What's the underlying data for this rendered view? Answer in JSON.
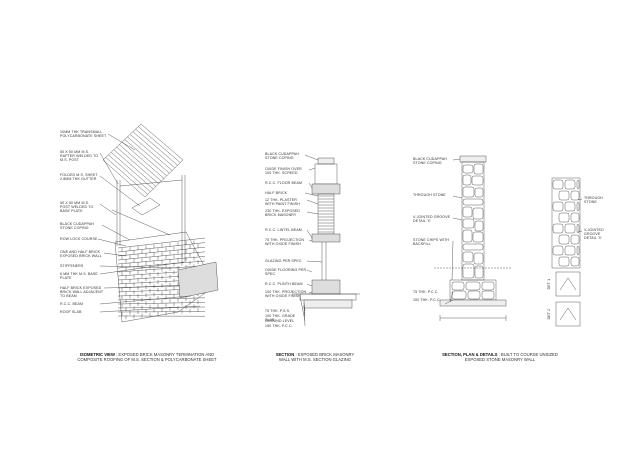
{
  "iso": {
    "labels": [
      "10MM THK TRANSMALL POLYCARBONATE SHEET",
      "50 X 50 MM M.S. RAFTER WELDED TO M.S. POST",
      "FOLDED M.S. SHEET 2.8MM THK GUTTER",
      "50 X 50 MM M.S. POST WELDED TO BASE PLATE",
      "BLACK CUDAPPAH STONE COPING",
      "ROW LOCK COURSE",
      "ONE AND HALF BRICK EXPOSED BRICK WALL",
      "STIFFENERS",
      "6 MM THK M.S. BASE PLATE",
      "HALF BRICK EXPOSED BRICK WALL ADJACENT TO BEAM",
      "R.C.C. BEAM",
      "ROOF SLAB"
    ],
    "caption_title": "ISOMETRIC VIEW",
    "caption_text": " : EXPOSED BRICK MASONRY TERMINATION AND COMPOSITE ROOFING OF M.S. SECTION & POLYCARBONATE SHEET"
  },
  "section": {
    "labels": [
      "BLACK CUDAPPAH STONE COPING",
      "OXIDE FINISH OVER 100 THK. SCREED",
      "R.C.C. FLOOR BEAM",
      "HALF BRICK",
      "12 THK. PLASTER WITH PAINT FINISH",
      "230 THK. EXPOSED BRICK MASONRY",
      "R.C.C. LINTEL BEAM",
      "75 THK. PROJECTION WITH OXIDE FINISH",
      "GLAZING PER SPEC.",
      "OXIDE FLOORING PER SPEC.",
      "R.C.C. PLINTH BEAM",
      "100 THK. PROJECTION WITH OXIDE FINISH",
      "75 THK. P.S.S.",
      "100 THK. GRADE SLAB",
      "GROUND LEVEL",
      "150 THK. P.C.C."
    ],
    "caption_title": "SECTION",
    "caption_text": " : EXPOSED BRICK MASONRY WALL WITH M.S. SECTION GLAZING"
  },
  "plan": {
    "labels": [
      "BLACK CUDAPPAH STONE COPING",
      "THROUGH STONE",
      "V-JOINTED GROOVE DETAIL 'X'",
      "STONE CHIPS WITH BACKFILL",
      "75 THK. P.C.C.",
      "100 THK. P.C.C."
    ],
    "right_labels": [
      "THROUGH STONE",
      "V-JOINTED GROOVE DETAIL 'X'"
    ],
    "detail_labels": [
      "DET 1",
      "DET 2"
    ],
    "caption_title": "SECTION, PLAN & DETAILS",
    "caption_text": " : BUILT TO COURSE UNSIZED EXPOSED STONE MASONRY WALL"
  }
}
